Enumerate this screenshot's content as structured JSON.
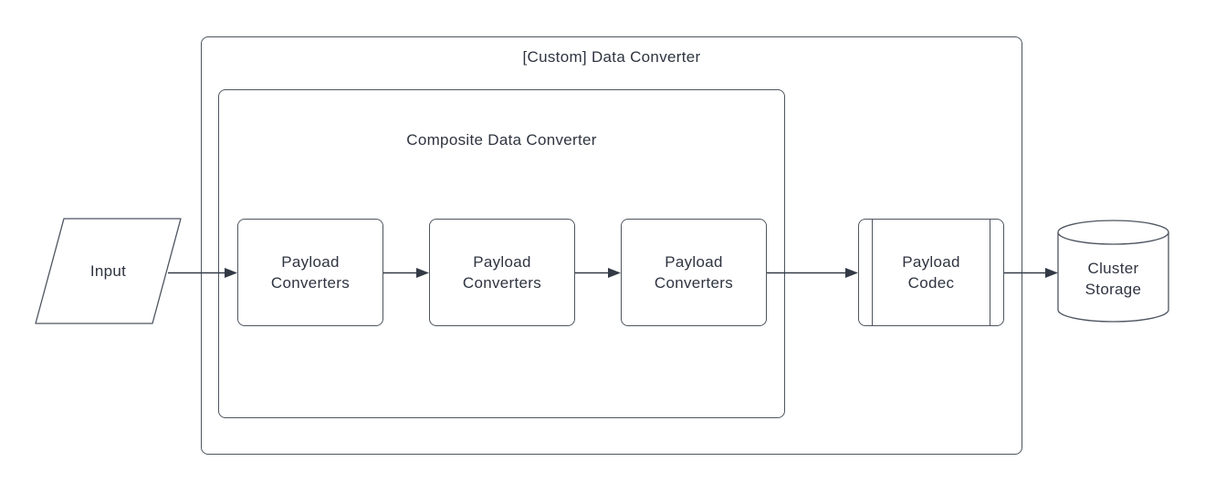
{
  "diagram": {
    "outer_container": {
      "title": "[Custom] Data Converter"
    },
    "inner_container": {
      "title": "Composite Data Converter"
    },
    "nodes": {
      "input": {
        "label": "Input",
        "shape": "parallelogram"
      },
      "converter1": {
        "label": "Payload Converters",
        "shape": "rounded-rectangle"
      },
      "converter2": {
        "label": "Payload Converters",
        "shape": "rounded-rectangle"
      },
      "converter3": {
        "label": "Payload Converters",
        "shape": "rounded-rectangle"
      },
      "codec": {
        "label": "Payload Codec",
        "shape": "predefined-process"
      },
      "storage": {
        "label": "Cluster Storage",
        "shape": "cylinder"
      }
    },
    "edges": [
      {
        "from": "input",
        "to": "converter1"
      },
      {
        "from": "converter1",
        "to": "converter2"
      },
      {
        "from": "converter2",
        "to": "converter3"
      },
      {
        "from": "converter3",
        "to": "codec"
      },
      {
        "from": "codec",
        "to": "storage"
      }
    ],
    "colors": {
      "background": "#ffffff",
      "shape_stroke": "#4d5560",
      "arrow": "#333a46",
      "text": "#2e3440"
    }
  }
}
